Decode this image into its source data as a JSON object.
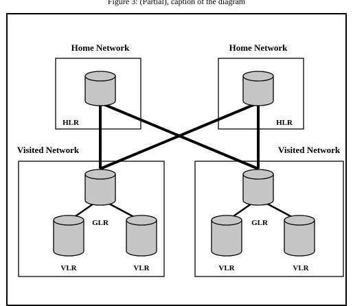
{
  "caption": "Figure 3: (Partial), caption of the diagram",
  "networks": {
    "home_left": {
      "title": "Home Network",
      "node_label": "HLR"
    },
    "home_right": {
      "title": "Home Network",
      "node_label": "HLR"
    },
    "visited_left": {
      "title": "Visited Network",
      "gateway_label": "GLR",
      "vlr_left": "VLR",
      "vlr_right": "VLR"
    },
    "visited_right": {
      "title": "Visited Network",
      "gateway_label": "GLR",
      "vlr_left": "VLR",
      "vlr_right": "VLR"
    }
  },
  "colors": {
    "database_fill": "#c6c6c6",
    "stroke": "#000000",
    "background": "#ffffff"
  }
}
